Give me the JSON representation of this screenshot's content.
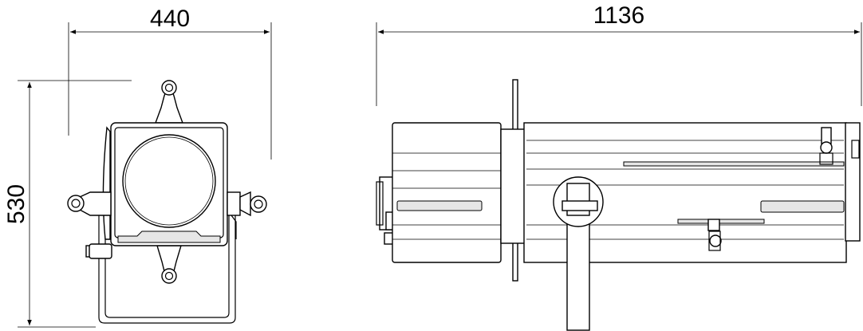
{
  "dimensions": {
    "front_width": "440",
    "front_height": "530",
    "side_length": "1136"
  }
}
